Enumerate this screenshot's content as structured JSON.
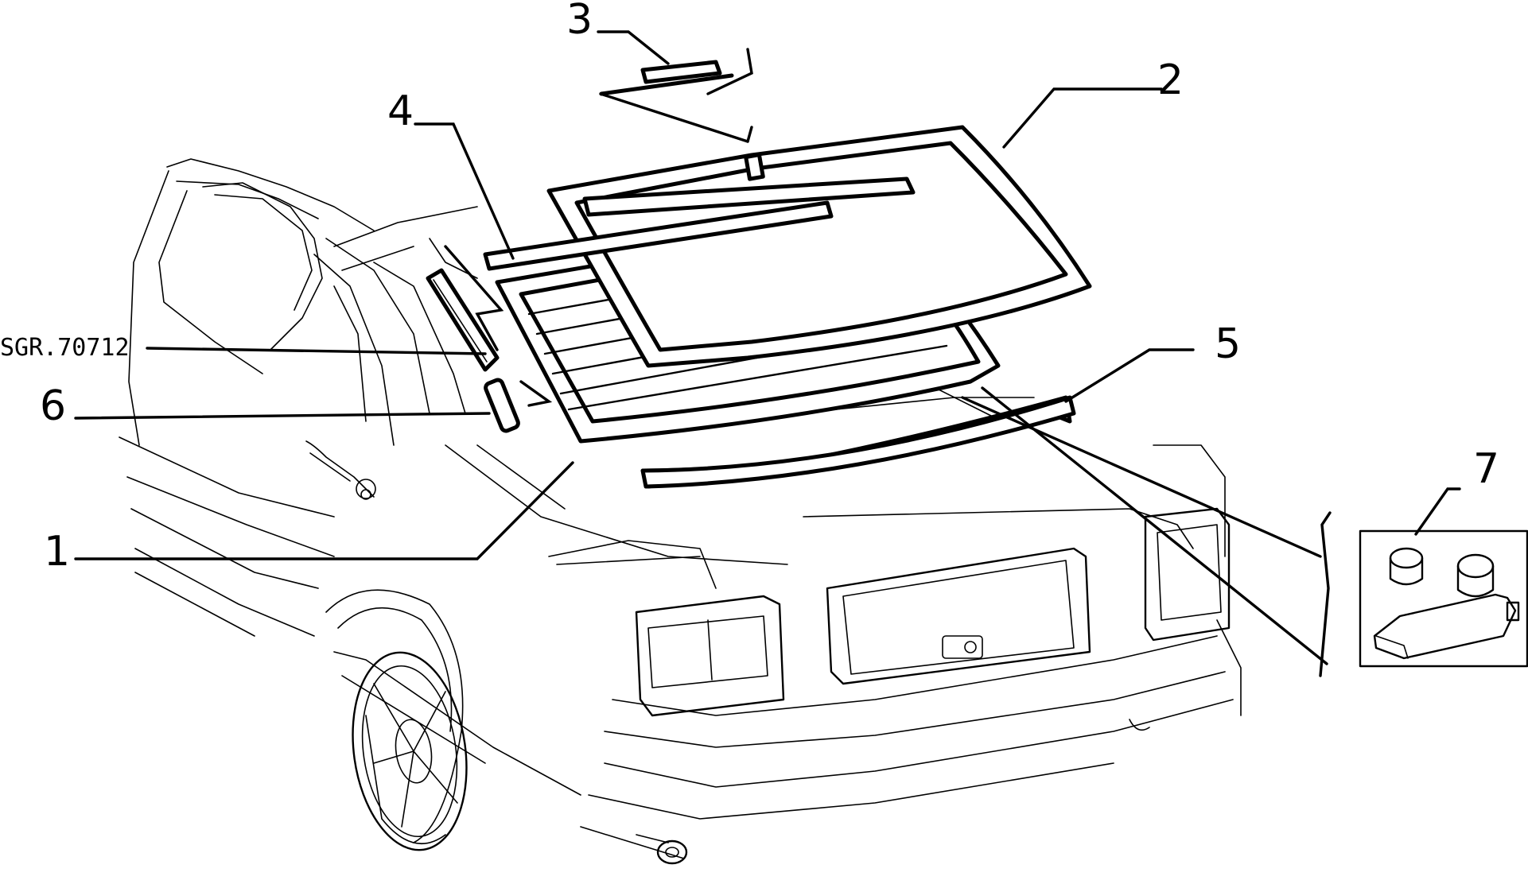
{
  "drawing": {
    "code": "SGR.70712",
    "callouts": [
      {
        "id": "1",
        "label": "1"
      },
      {
        "id": "2",
        "label": "2"
      },
      {
        "id": "3",
        "label": "3"
      },
      {
        "id": "4",
        "label": "4"
      },
      {
        "id": "5",
        "label": "5"
      },
      {
        "id": "6",
        "label": "6"
      },
      {
        "id": "7",
        "label": "7"
      }
    ]
  }
}
